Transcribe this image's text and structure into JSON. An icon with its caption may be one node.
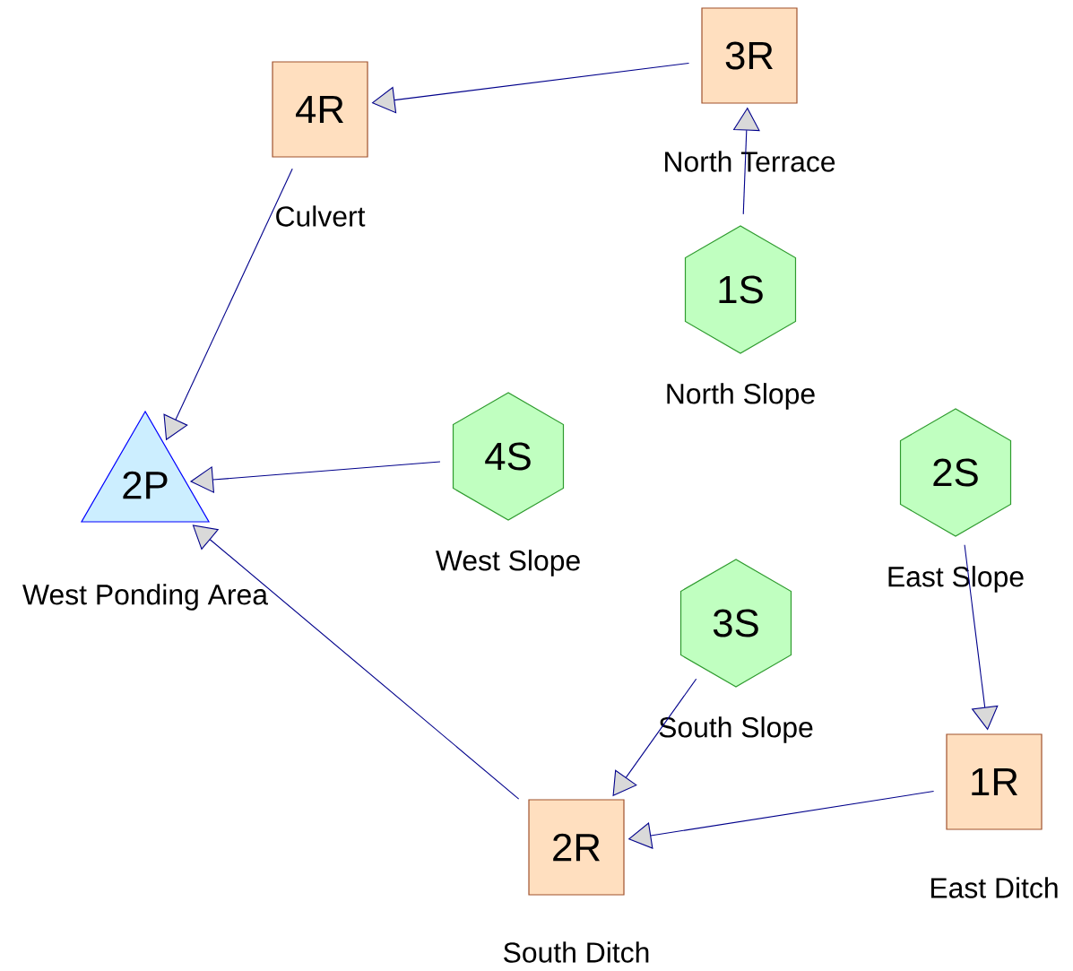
{
  "diagram": {
    "nodes": [
      {
        "text": [
          "4R"
        ],
        "beside": [
          "Culvert"
        ]
      },
      {
        "text": [
          "3R"
        ],
        "beside": [
          "North Terrace"
        ]
      },
      {
        "text": [
          "1S"
        ],
        "beside": [
          "North Slope"
        ]
      },
      {
        "text": [
          "2P"
        ],
        "beside": [
          "West Ponding Area"
        ]
      },
      {
        "text": [
          "4S"
        ],
        "beside": [
          "West Slope"
        ]
      },
      {
        "text": [
          "2S"
        ],
        "beside": [
          "East Slope"
        ]
      },
      {
        "text": [
          "3S"
        ],
        "beside": [
          "South Slope"
        ]
      },
      {
        "text": [
          "1R"
        ],
        "beside": [
          "East Ditch"
        ]
      },
      {
        "text": [
          "2R"
        ],
        "beside": [
          "South Ditch"
        ]
      }
    ],
    "edges": [
      {
        "from": 1,
        "to": 0,
        "arrow": "to"
      },
      {
        "from": 2,
        "to": 1,
        "arrow": "to"
      },
      {
        "from": 0,
        "to": 3,
        "arrow": "to"
      },
      {
        "from": 4,
        "to": 3,
        "arrow": "to"
      },
      {
        "from": 8,
        "to": 3,
        "arrow": "to"
      },
      {
        "from": 6,
        "to": 8,
        "arrow": "to"
      },
      {
        "from": 7,
        "to": 8,
        "arrow": "to"
      },
      {
        "from": 5,
        "to": 7,
        "arrow": "to"
      }
    ]
  }
}
